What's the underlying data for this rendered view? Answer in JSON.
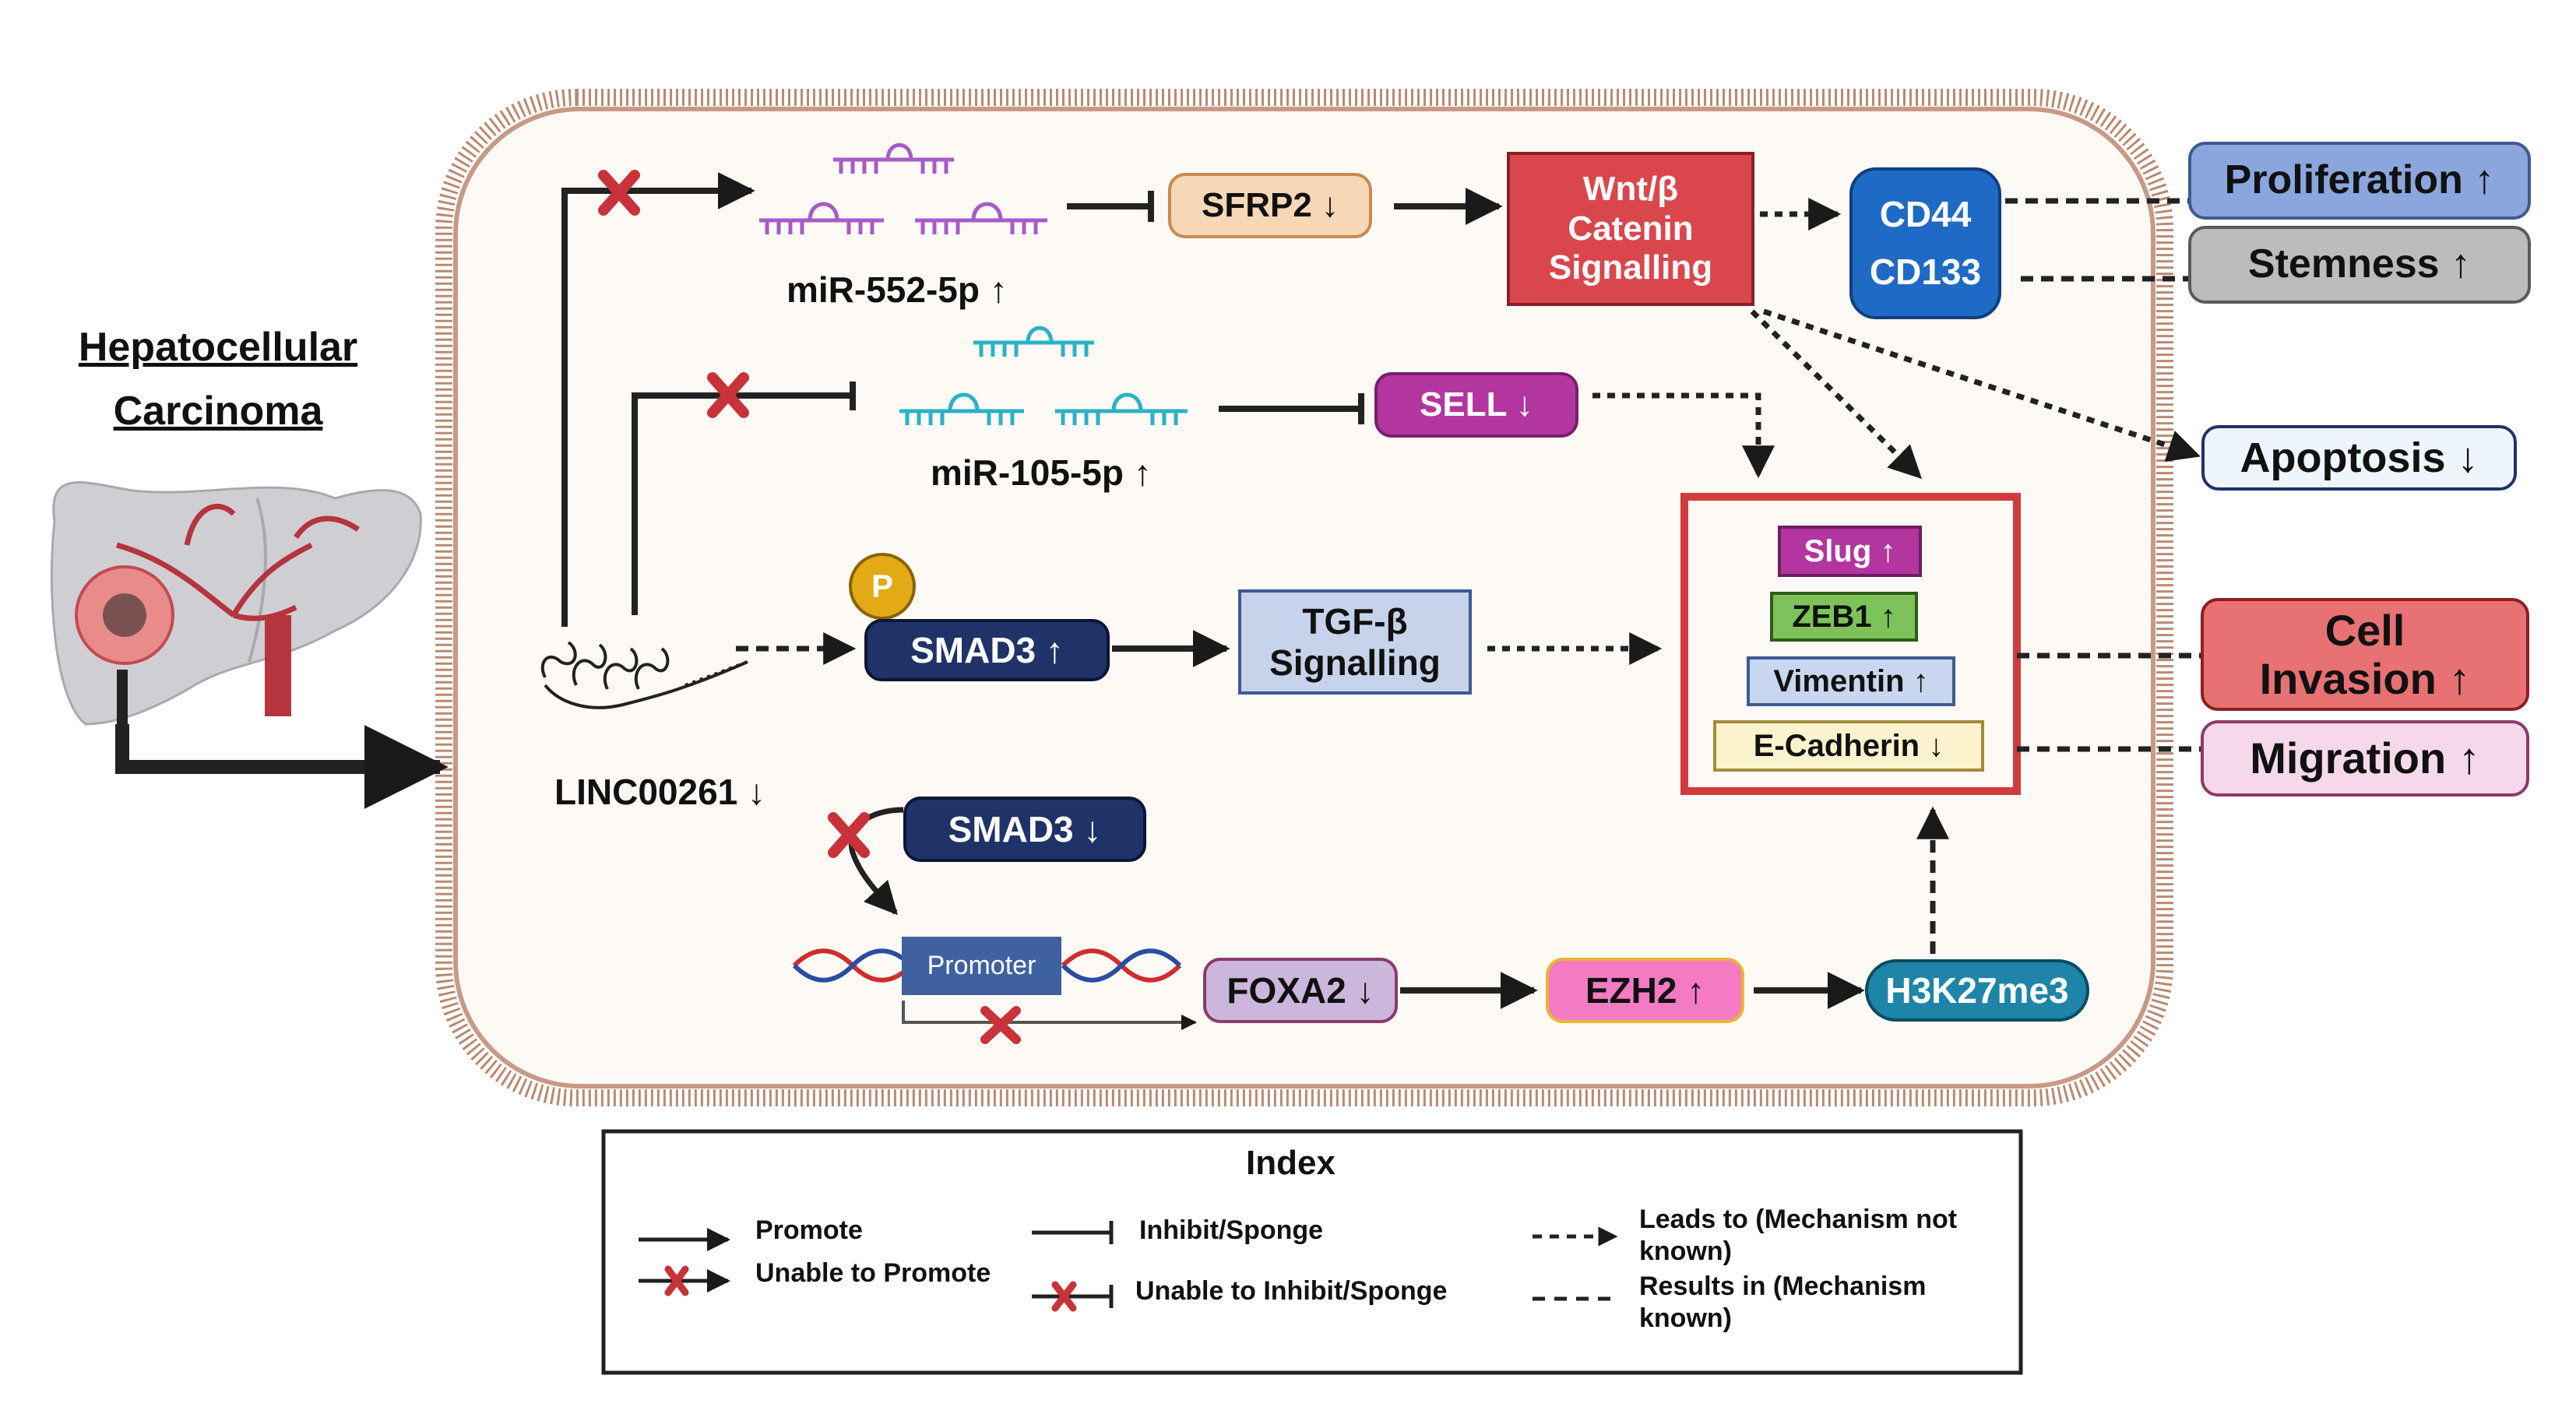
{
  "disease": {
    "line1": "Hepatocellular",
    "line2": "Carcinoma"
  },
  "lncrna": {
    "label": "LINC00261 ↓"
  },
  "mirnas": [
    {
      "label": "miR-552-5p ↑"
    },
    {
      "label": "miR-105-5p ↑"
    }
  ],
  "nodes": {
    "sfrp2": "SFRP2 ↓",
    "sell": "SELL ↓",
    "wnt": {
      "line1": "Wnt/β",
      "line2": "Catenin",
      "line3": "Signalling"
    },
    "cd44": "CD44",
    "cd133": "CD133",
    "phospho": "P",
    "smad3_up": "SMAD3 ↑",
    "tgfb": {
      "line1": "TGF-β",
      "line2": "Signalling"
    },
    "smad3_down": "SMAD3 ↓",
    "promoter": "Promoter",
    "foxa2": "FOXA2 ↓",
    "ezh2": "EZH2 ↑",
    "h3k27me3": "H3K27me3"
  },
  "emt_markers": [
    "Slug ↑",
    "ZEB1 ↑",
    "Vimentin ↑",
    "E-Cadherin ↓"
  ],
  "outcomes": {
    "proliferation": "Proliferation ↑",
    "stemness": "Stemness ↑",
    "apoptosis": "Apoptosis ↓",
    "invasion": {
      "line1": "Cell",
      "line2": "Invasion ↑"
    },
    "migration": "Migration ↑"
  },
  "legend": {
    "title": "Index",
    "promote": "Promote",
    "unable_promote": "Unable to Promote",
    "inhibit": "Inhibit/Sponge",
    "unable_inhibit": "Unable to Inhibit/Sponge",
    "leads_to": {
      "line1": "Leads to (Mechanism not",
      "line2": "known)"
    },
    "results_in": {
      "line1": "Results in (Mechanism",
      "line2": "known)"
    }
  },
  "colors": {
    "cell_border": "#b98a73",
    "cell_fill": "#fdfaf6",
    "wnt": "#d9474c",
    "cd_box": "#1f6ac4",
    "sfrp2": "#f6d7b6",
    "sell": "#b3359f",
    "smad3": "#1f3369",
    "tgfb": "#c7d3ea",
    "foxa2": "#cdb6dc",
    "ezh2": "#f47ac3",
    "h3k27me3": "#1e84a8",
    "phospho": "#e3aa17",
    "slug": "#b3359f",
    "zeb1": "#7dc35a",
    "vimentin": "#c9d6ef",
    "ecadherin": "#fbf3cd",
    "emt_frame": "#d13b3b",
    "proliferation": "#8aa6dd",
    "stemness": "#bcbcbc",
    "apoptosis": "#eef5fd",
    "invasion": "#e87173",
    "migration": "#f5d9ea",
    "mirna_552": "#a85bc7",
    "mirna_105": "#2ab2c5",
    "block_x": "#c8333b"
  }
}
